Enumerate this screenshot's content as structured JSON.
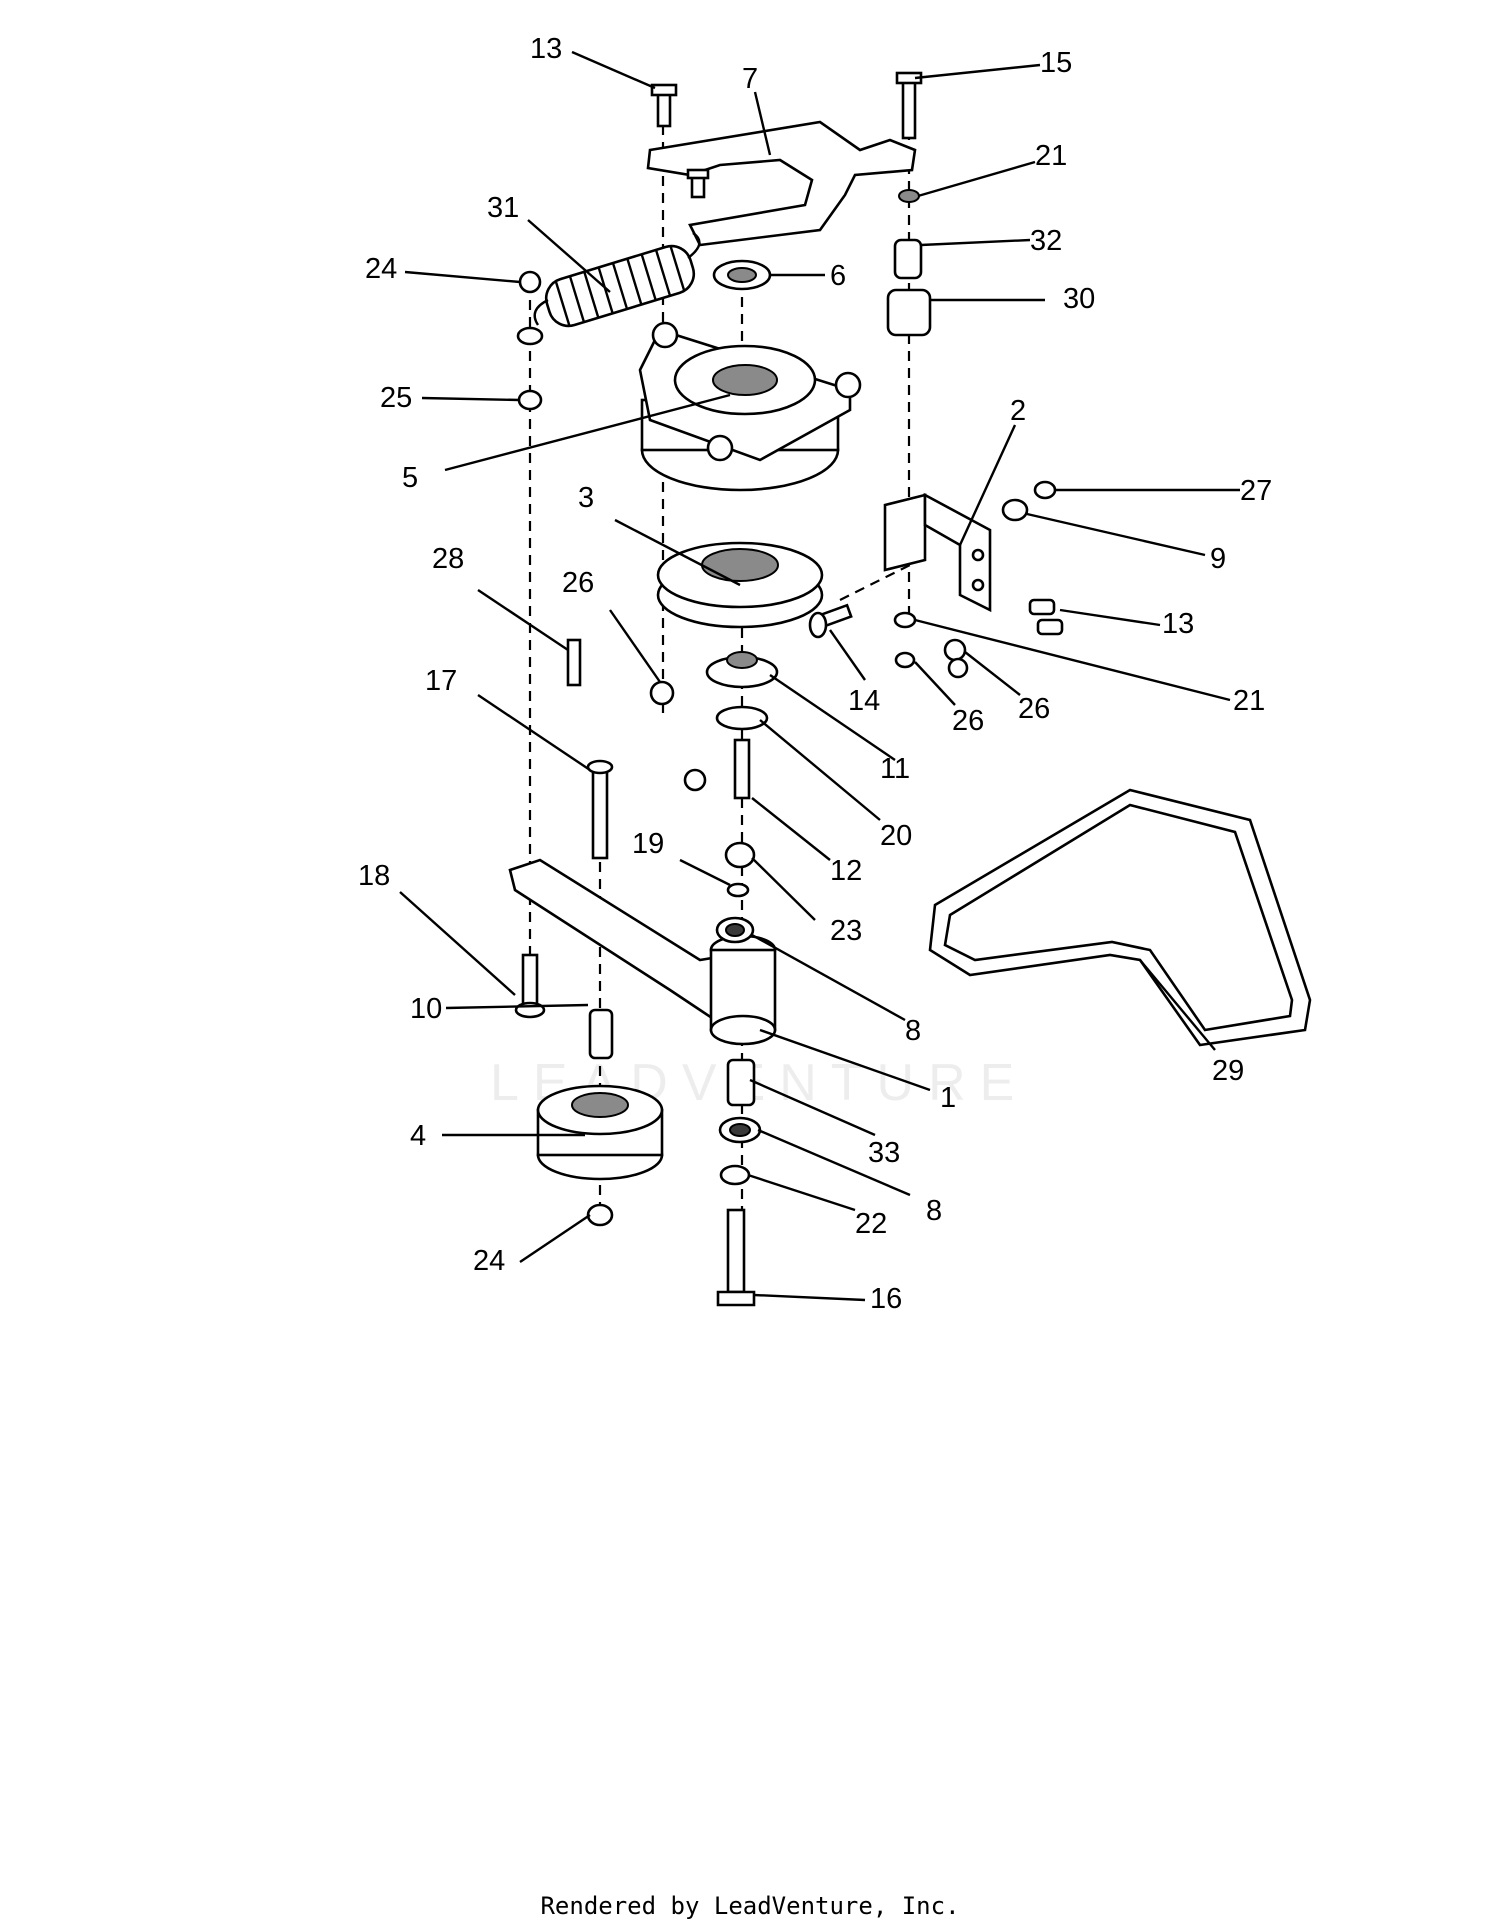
{
  "watermark": "LEADVENTURE",
  "footer": "Rendered by LeadVenture, Inc.",
  "callouts": [
    {
      "id": "c13a",
      "text": "13"
    },
    {
      "id": "c7",
      "text": "7"
    },
    {
      "id": "c15",
      "text": "15"
    },
    {
      "id": "c21a",
      "text": "21"
    },
    {
      "id": "c31",
      "text": "31"
    },
    {
      "id": "c6",
      "text": "6"
    },
    {
      "id": "c32",
      "text": "32"
    },
    {
      "id": "c24a",
      "text": "24"
    },
    {
      "id": "c30",
      "text": "30"
    },
    {
      "id": "c25",
      "text": "25"
    },
    {
      "id": "c2",
      "text": "2"
    },
    {
      "id": "c5",
      "text": "5"
    },
    {
      "id": "c27",
      "text": "27"
    },
    {
      "id": "c3",
      "text": "3"
    },
    {
      "id": "c9",
      "text": "9"
    },
    {
      "id": "c28",
      "text": "28"
    },
    {
      "id": "c26a",
      "text": "26"
    },
    {
      "id": "c13b",
      "text": "13"
    },
    {
      "id": "c21b",
      "text": "21"
    },
    {
      "id": "c14",
      "text": "14"
    },
    {
      "id": "c26b",
      "text": "26"
    },
    {
      "id": "c26c",
      "text": "26"
    },
    {
      "id": "c17",
      "text": "17"
    },
    {
      "id": "c11",
      "text": "11"
    },
    {
      "id": "c20",
      "text": "20"
    },
    {
      "id": "c19",
      "text": "19"
    },
    {
      "id": "c12",
      "text": "12"
    },
    {
      "id": "c18",
      "text": "18"
    },
    {
      "id": "c23",
      "text": "23"
    },
    {
      "id": "c8a",
      "text": "8"
    },
    {
      "id": "c10",
      "text": "10"
    },
    {
      "id": "c1",
      "text": "1"
    },
    {
      "id": "c29",
      "text": "29"
    },
    {
      "id": "c4",
      "text": "4"
    },
    {
      "id": "c33",
      "text": "33"
    },
    {
      "id": "c8b",
      "text": "8"
    },
    {
      "id": "c22",
      "text": "22"
    },
    {
      "id": "c24b",
      "text": "24"
    },
    {
      "id": "c16",
      "text": "16"
    }
  ]
}
